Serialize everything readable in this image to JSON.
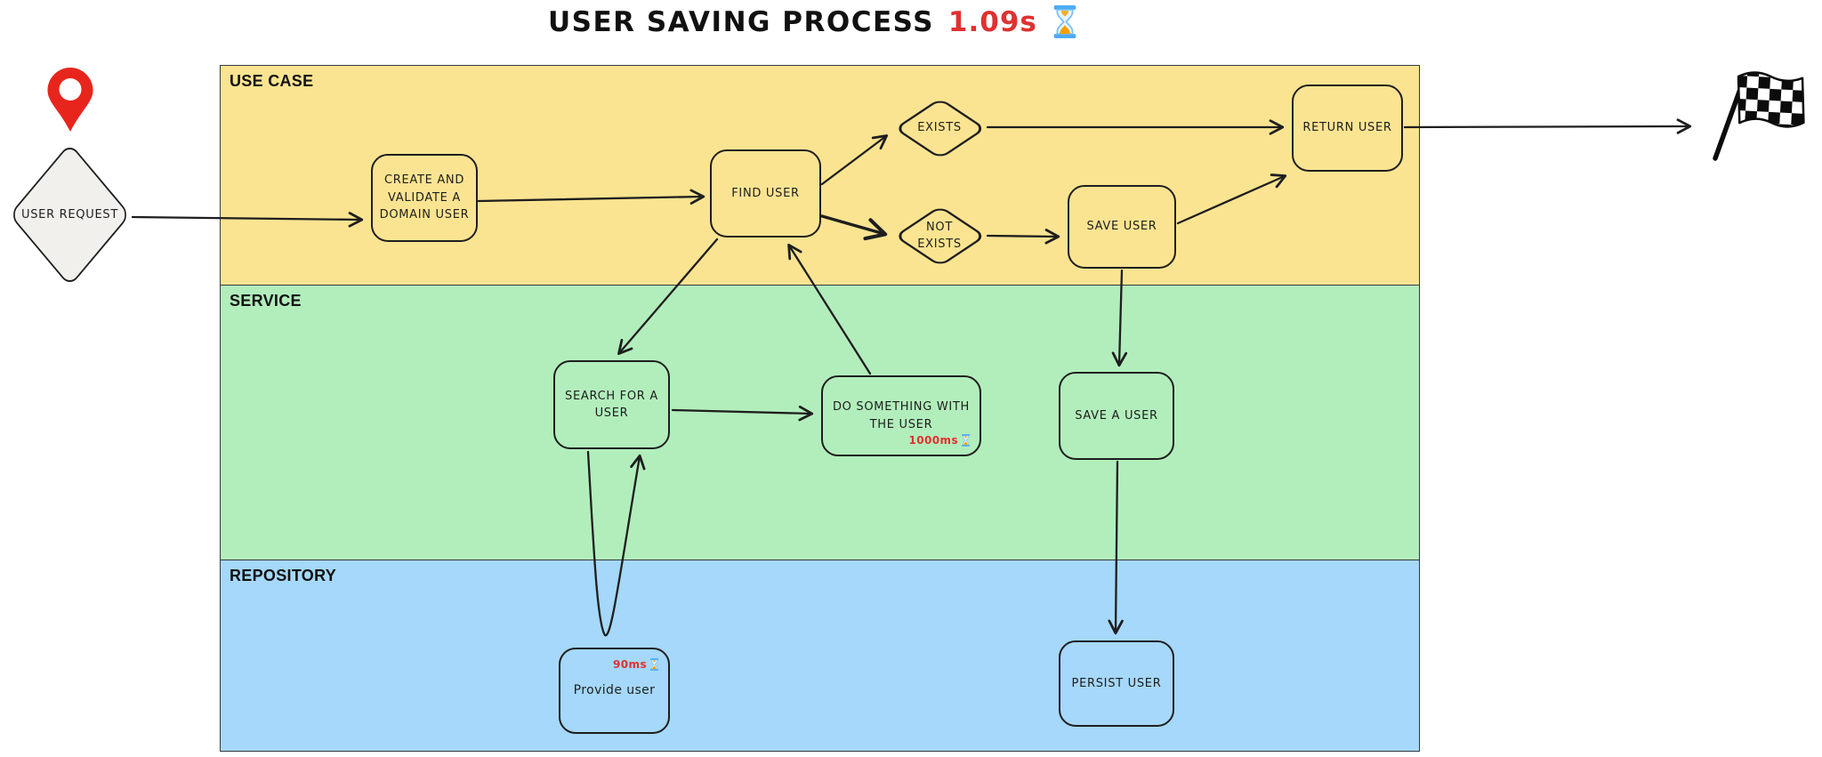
{
  "title": {
    "text": "USER SAVING PROCESS",
    "duration": "1.09s"
  },
  "start_node": {
    "label": "USER REQUEST"
  },
  "lanes": [
    {
      "label": "USE CASE",
      "color": "#fbe491"
    },
    {
      "label": "SERVICE",
      "color": "#b2eebc"
    },
    {
      "label": "REPOSITORY",
      "color": "#a5d8fa"
    }
  ],
  "nodes": {
    "create_validate": {
      "label": "CREATE AND VALIDATE A DOMAIN USER",
      "lane": "USE CASE"
    },
    "find_user": {
      "label": "FIND USER",
      "lane": "USE CASE"
    },
    "exists": {
      "label": "EXISTS",
      "lane": "USE CASE",
      "shape": "diamond"
    },
    "not_exists": {
      "label": "NOT EXISTS",
      "lane": "USE CASE",
      "shape": "diamond"
    },
    "save_user": {
      "label": "SAVE USER",
      "lane": "USE CASE"
    },
    "return_user": {
      "label": "RETURN USER",
      "lane": "USE CASE"
    },
    "search_user": {
      "label": "SEARCH FOR A USER",
      "lane": "SERVICE"
    },
    "do_something": {
      "label": "DO SOMETHING WITH THE USER",
      "duration": "1000ms",
      "lane": "SERVICE"
    },
    "save_a_user": {
      "label": "SAVE A USER",
      "lane": "SERVICE"
    },
    "provide_user": {
      "label": "Provide user",
      "duration": "90ms",
      "lane": "REPOSITORY"
    },
    "persist_user": {
      "label": "PERSIST USER",
      "lane": "REPOSITORY"
    }
  },
  "icons": {
    "start": "map-pin-icon",
    "end": "checkered-flag-icon",
    "timer": "hourglass-icon"
  },
  "colors": {
    "stroke": "#1e1e1e",
    "accent_red": "#e03131",
    "lane_yellow": "#fbe491",
    "lane_green": "#b2eebc",
    "lane_blue": "#a5d8fa",
    "pin_red": "#e8251d",
    "diamond_fill": "#f2f0ec"
  }
}
